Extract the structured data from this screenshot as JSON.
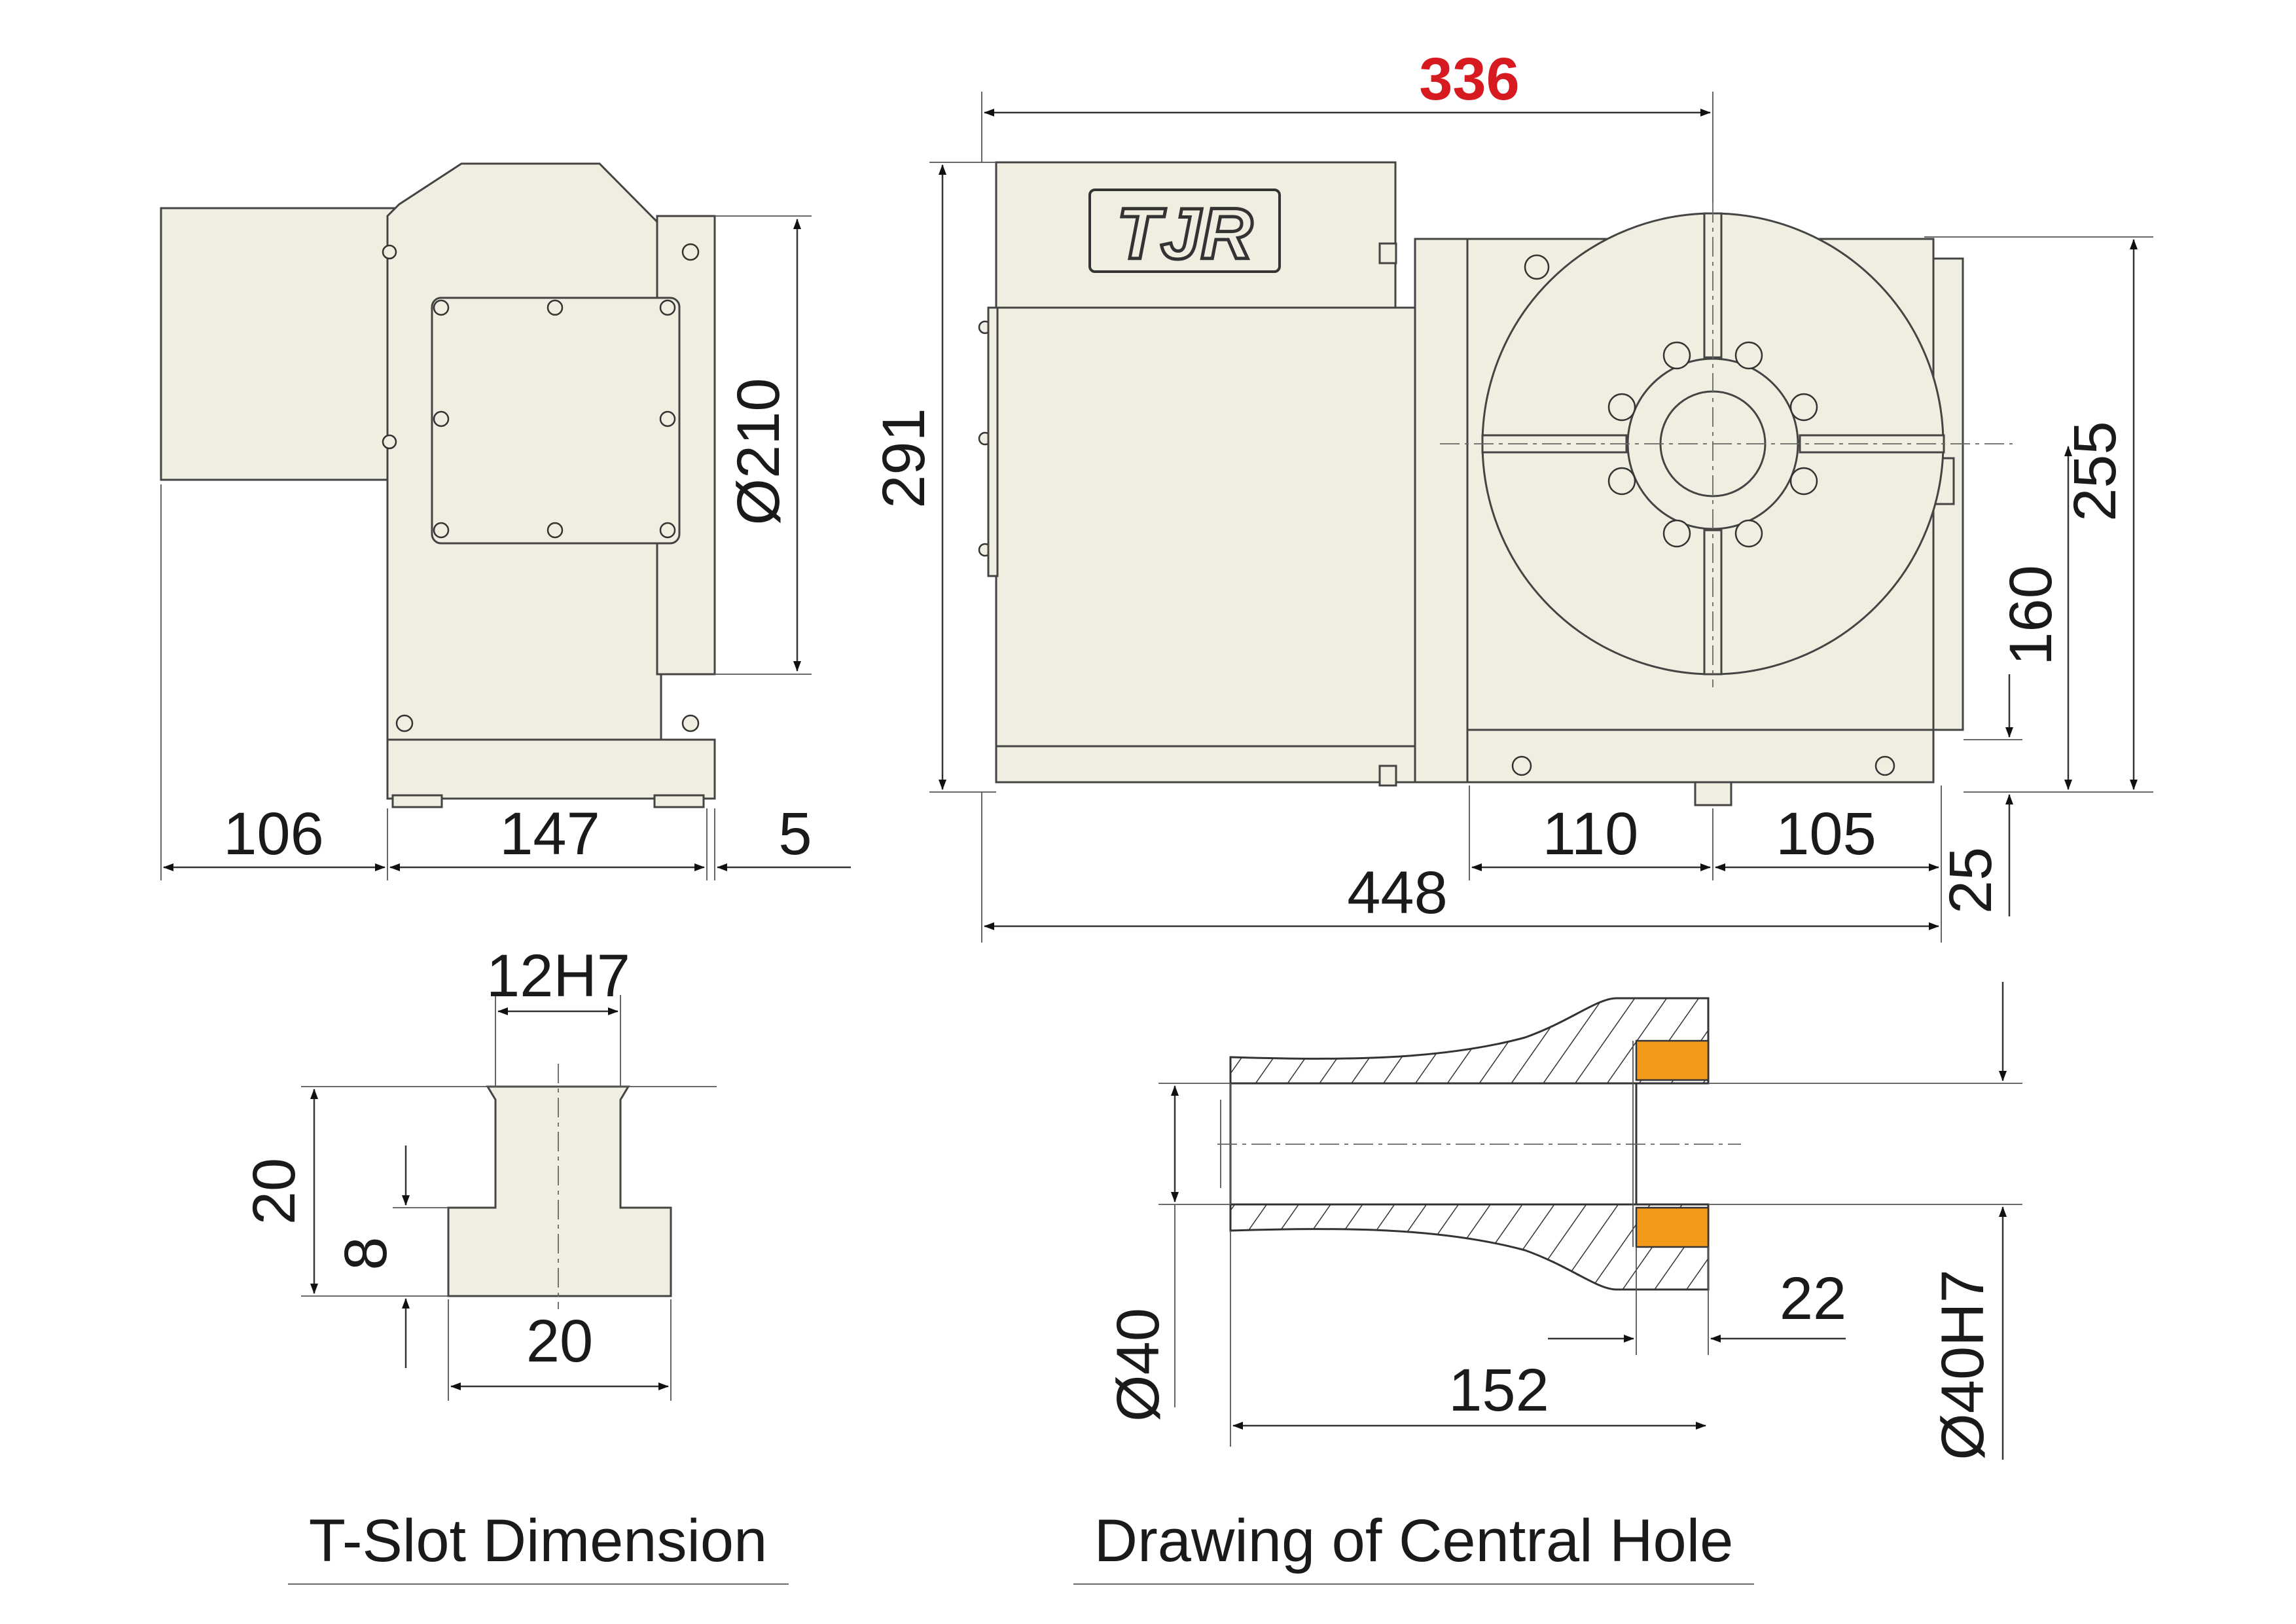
{
  "dimensions": {
    "width_total": "448",
    "table_width": "336",
    "height_total": "291",
    "center_height": "160",
    "table_height": "255",
    "base_height": "25",
    "offset_left": "110",
    "offset_right": "105",
    "side_motor": "106",
    "side_body": "147",
    "side_flange": "5",
    "faceplate_diameter": "Ø210",
    "tslot_width": "12H7",
    "tslot_height": "20",
    "tslot_depth": "8",
    "tslot_bottom": "20",
    "hole_diameter": "Ø40",
    "hole_fit": "Ø40H7",
    "hole_depth": "152",
    "bushing_length": "22"
  },
  "logo": "TJR",
  "captions": {
    "tslot": "T-Slot Dimension",
    "central_hole": "Drawing of Central Hole"
  },
  "colors": {
    "body": "#efeee0",
    "highlight_dimension": "#d71920",
    "bushing": "#f39a1d"
  }
}
